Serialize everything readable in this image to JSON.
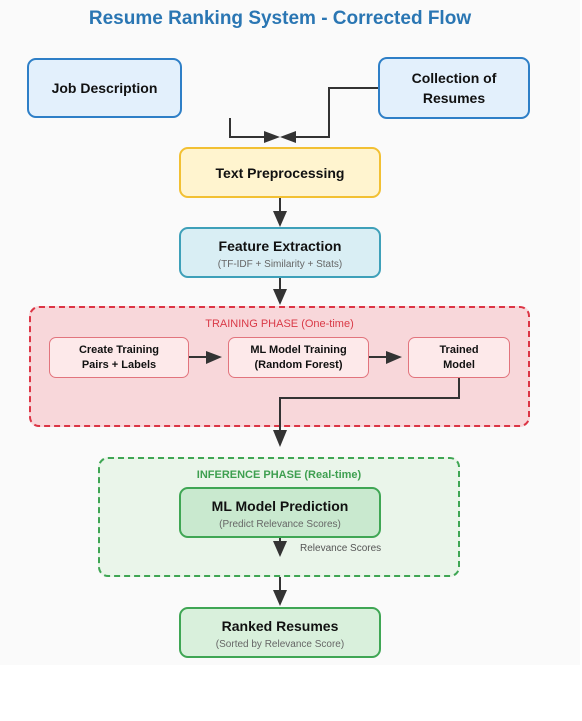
{
  "title": "Resume Ranking System - Corrected Flow",
  "nodes": {
    "job_description": {
      "label": "Job Description"
    },
    "collection_of_resumes": {
      "label": "Collection of Resumes"
    },
    "text_preprocessing": {
      "label": "Text Preprocessing"
    },
    "feature_extraction": {
      "label": "Feature Extraction",
      "sublabel": "(TF-IDF + Similarity + Stats)"
    },
    "create_training_pairs": {
      "label": "Create Training Pairs + Labels"
    },
    "ml_model_training": {
      "label": "ML Model Training (Random Forest)"
    },
    "trained_model": {
      "label": "Trained Model"
    },
    "ml_model_prediction": {
      "label": "ML Model Prediction",
      "sublabel": "(Predict Relevance Scores)"
    },
    "ranked_resumes": {
      "label": "Ranked Resumes",
      "sublabel": "(Sorted by Relevance Score)"
    }
  },
  "phases": {
    "training": {
      "label": "TRAINING PHASE (One-time)",
      "color": "#dc3545"
    },
    "inference": {
      "label": "INFERENCE PHASE (Real-time)",
      "color": "#3fa654"
    }
  },
  "edge_labels": {
    "relevance_scores": "Relevance Scores"
  },
  "colors": {
    "title": "#2a76b3",
    "arrow": "#333333"
  }
}
